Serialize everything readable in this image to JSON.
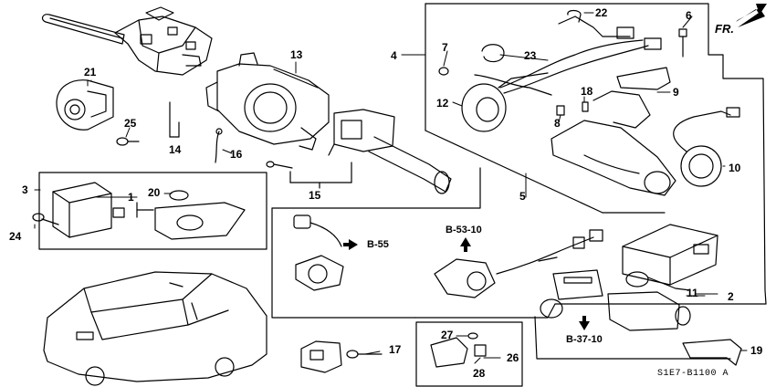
{
  "diagram": {
    "direction_label": "FR.",
    "diagram_code": "S1E7-B1100 A",
    "part_numbers": {
      "p1": "1",
      "p2": "2",
      "p3": "3",
      "p4": "4",
      "p5": "5",
      "p6": "6",
      "p7": "7",
      "p8": "8",
      "p9": "9",
      "p10": "10",
      "p11": "11",
      "p12": "12",
      "p13": "13",
      "p14": "14",
      "p15": "15",
      "p16": "16",
      "p17": "17",
      "p18": "18",
      "p19": "19",
      "p20": "20",
      "p21": "21",
      "p22": "22",
      "p23": "23",
      "p24": "24",
      "p25": "25",
      "p26": "26",
      "p27": "27",
      "p28": "28"
    },
    "references": {
      "b55": "B-55",
      "b5310": "B-53-10",
      "b3710": "B-37-10"
    }
  }
}
